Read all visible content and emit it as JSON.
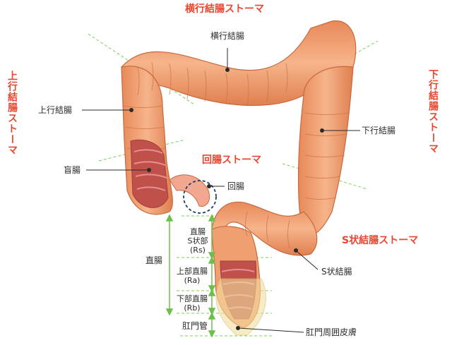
{
  "stomas": {
    "transverse": "横行結腸ストーマ",
    "ascending": "上行結腸ストーマ",
    "descending": "下行結腸ストーマ",
    "ileum": "回腸ストーマ",
    "sigmoid": "S状結腸ストーマ"
  },
  "parts": {
    "transverse_colon": "横行結腸",
    "ascending_colon": "上行結腸",
    "descending_colon": "下行結腸",
    "cecum": "盲腸",
    "ileum": "回腸",
    "sigmoid_colon": "S状結腸",
    "rectum": "直腸",
    "rs_line1": "直腸",
    "rs_line2": "S状部",
    "rs_line3": "(Rs)",
    "ra_line1": "上部直腸",
    "ra_line2": "(Ra)",
    "rb_line1": "下部直腸",
    "rb_line2": "(Rb)",
    "anal_canal": "肛門管",
    "perianal_skin": "肛門周囲皮膚"
  },
  "colors": {
    "colon_fill": "#f0a070",
    "colon_dark": "#d8794a",
    "stoma_red": "#e8472f",
    "guide_green": "#7ccf5a",
    "dash_blue": "#1f3f6a"
  }
}
